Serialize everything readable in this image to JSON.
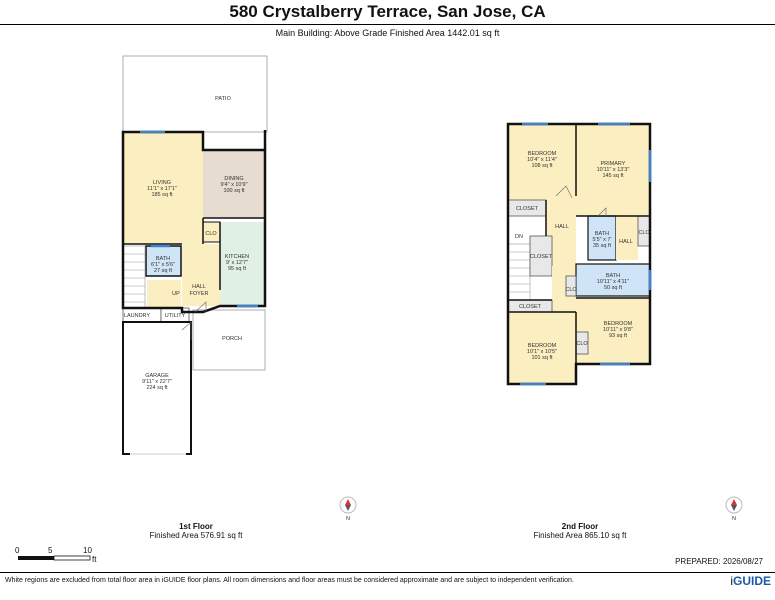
{
  "header": {
    "title": "580 Crystalberry Terrace, San Jose, CA",
    "subtitle": "Main Building: Above Grade Finished Area 1442.01 sq ft"
  },
  "floor1": {
    "name": "1st Floor",
    "area": "Finished Area 576.91 sq ft",
    "rooms": {
      "patio": "PATIO",
      "living_name": "LIVING",
      "living_dim": "11'1\" x 17'1\"",
      "living_area": "185 sq ft",
      "dining_name": "DINING",
      "dining_dim": "9'4\" x 10'9\"",
      "dining_area": "100 sq ft",
      "clo": "CLO",
      "kitchen_name": "KITCHEN",
      "kitchen_dim": "9' x 12'7\"",
      "kitchen_area": "95 sq ft",
      "bath_name": "BATH",
      "bath_dim": "6'1\" x 5'6\"",
      "bath_area": "27 sq ft",
      "hall": "HALL",
      "foyer": "FOYER",
      "up": "UP",
      "laundry": "LAUNDRY",
      "utility": "UTILITY",
      "porch": "PORCH",
      "garage_name": "GARAGE",
      "garage_dim": "9'11\" x 22'7\"",
      "garage_area": "224 sq ft"
    }
  },
  "floor2": {
    "name": "2nd Floor",
    "area": "Finished Area 865.10 sq ft",
    "rooms": {
      "bed1_name": "BEDROOM",
      "bed1_dim": "10'4\" x 11'4\"",
      "bed1_area": "108 sq ft",
      "primary_name": "PRIMARY",
      "primary_dim": "10'11\" x 13'3\"",
      "primary_area": "145 sq ft",
      "closet1": "CLOSET",
      "hall_top": "HALL",
      "bath1_name": "BATH",
      "bath1_dim": "5'5\" x 7'",
      "bath1_area": "35 sq ft",
      "hall_right": "HALL",
      "clo1": "CLO",
      "dn": "DN",
      "closet2": "CLOSET",
      "bath2_name": "BATH",
      "bath2_dim": "10'11\" x 4'11\"",
      "bath2_area": "50 sq ft",
      "clo2": "CLO",
      "closet3": "CLOSET",
      "bed2_name": "BEDROOM",
      "bed2_dim": "10'1\" x 10'5\"",
      "bed2_area": "101 sq ft",
      "bed3_name": "BEDROOM",
      "bed3_dim": "10'11\" x 9'8\"",
      "bed3_area": "93 sq ft",
      "clo3": "CLO"
    }
  },
  "compass_label": "N",
  "scale": {
    "t0": "0",
    "t5": "5",
    "t10": "10",
    "unit": "ft"
  },
  "prepared": "PREPARED: 2026/08/27",
  "footer": "White regions are excluded from total floor area in iGUIDE floor plans. All room dimensions and floor areas must be considered approximate and are subject to independent verification.",
  "brand": {
    "mark": "i",
    "name": "GUIDE"
  },
  "colors": {
    "room": "#fbeec0",
    "bath": "#cfe4f7",
    "kitchen": "#e0f0e4",
    "dining": "#e6dccf",
    "wall": "#111111",
    "window": "#3f82c8"
  }
}
